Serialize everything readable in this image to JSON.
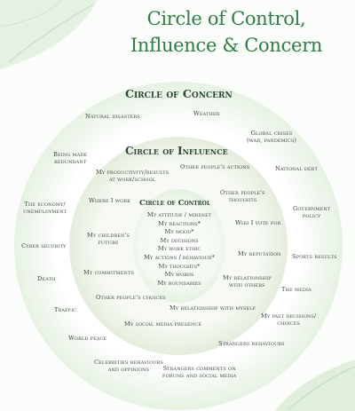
{
  "title": {
    "line1": "Circle of Control,",
    "line2": "Influence & Concern"
  },
  "rings": {
    "concern": "Circle of Concern",
    "influence": "Circle of Influence",
    "control": "Circle of Control"
  },
  "concern_items": [
    [
      "Natural disasters"
    ],
    [
      "Weather"
    ],
    [
      "Global crises",
      "(war, pandemics)"
    ],
    [
      "Being made",
      "redundant"
    ],
    [
      "National debt"
    ],
    [
      "The economy/",
      "unemployment"
    ],
    [
      "Government",
      "policy"
    ],
    [
      "Cyber security"
    ],
    [
      "Sports results"
    ],
    [
      "Death"
    ],
    [
      "The media"
    ],
    [
      "Traffic"
    ],
    [
      "My past decisions/",
      "choices"
    ],
    [
      "World peace"
    ],
    [
      "Strangers behaviours"
    ],
    [
      "Celebrities behaviours",
      "and oppinions"
    ],
    [
      "Strangers comments on",
      "forums and social media"
    ]
  ],
  "influence_items": [
    [
      "My productivity/results",
      "at work/school"
    ],
    [
      "Other people's actions"
    ],
    [
      "Other people's",
      "thoughts"
    ],
    [
      "Where I work"
    ],
    [
      "Who I vote for"
    ],
    [
      "My children's",
      "future"
    ],
    [
      "My reputation"
    ],
    [
      "My commitments"
    ],
    [
      "My relationship",
      "with others"
    ],
    [
      "Other people's choices"
    ],
    [
      "My relationship with myself"
    ],
    [
      "My social media presence"
    ]
  ],
  "control_items": [
    "My attitude / mindset",
    "My reactions*",
    "My mood*",
    "My decisions",
    "My work ethic",
    "My actions / behaviour*",
    "My thoughts*",
    "My words",
    "My boundaries"
  ]
}
